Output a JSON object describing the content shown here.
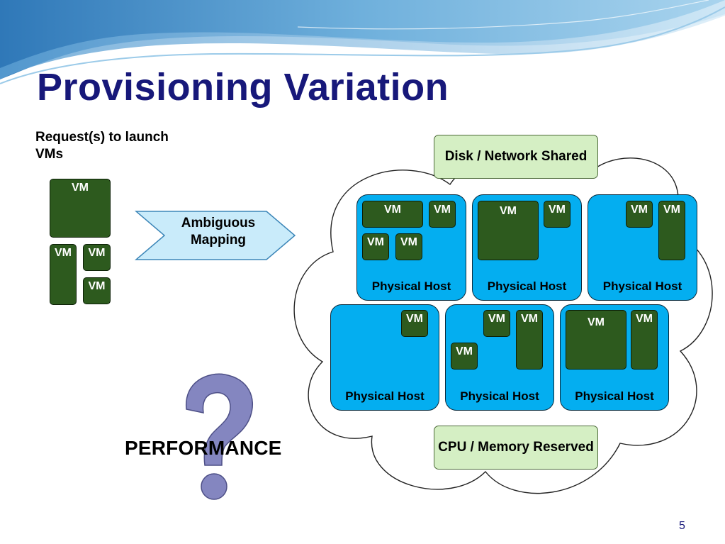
{
  "title": "Provisioning Variation",
  "request_label": "Request(s) to launch VMs",
  "vm_label": "VM",
  "mapping_label": "Ambiguous Mapping",
  "shared_label": "Disk / Network Shared",
  "reserved_label": "CPU / Memory Reserved",
  "host_label": "Physical Host",
  "performance_label": "PERFORMANCE",
  "page_number": "5",
  "colors": {
    "title": "#17187a",
    "vm_fill": "#2d5a1e",
    "host_fill": "#04aef0",
    "label_box_fill": "#d5efc4",
    "mapping_arrow_fill": "#c9ebfa",
    "question_mark": "#8486c0"
  },
  "icons": [
    "question-mark-icon",
    "cloud-shape",
    "mapping-arrow"
  ]
}
